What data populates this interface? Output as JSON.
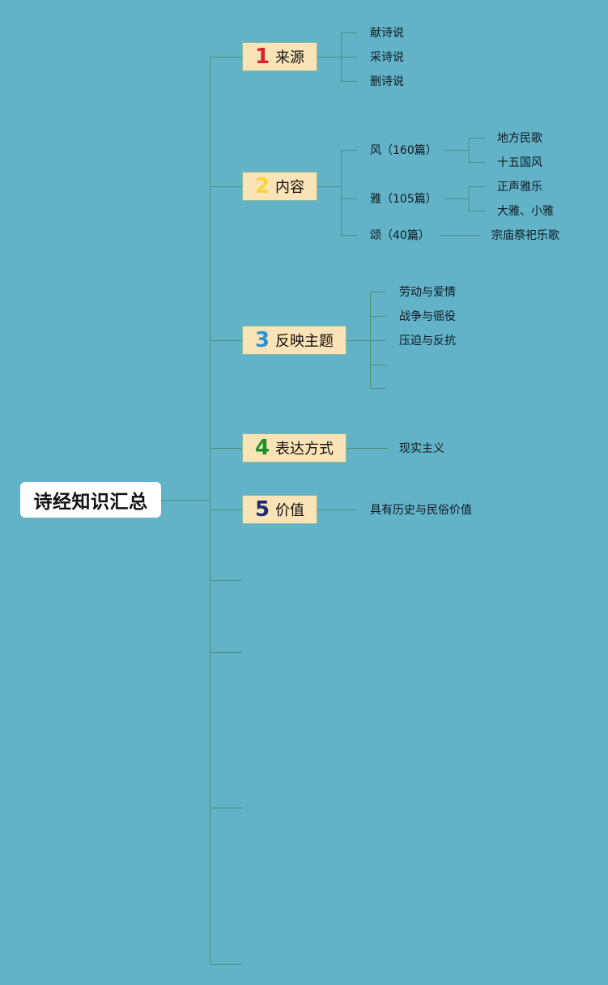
{
  "root": {
    "title": "诗经知识汇总"
  },
  "branches": [
    {
      "number": "1",
      "label": "来源",
      "number_color": "#e0202a",
      "items": [
        "献诗说",
        "采诗说",
        "删诗说"
      ]
    },
    {
      "number": "2",
      "label": "内容",
      "number_color": "#f6d634",
      "items": [
        {
          "label": "风（160篇）",
          "children": [
            "地方民歌",
            "十五国风"
          ]
        },
        {
          "label": "雅（105篇）",
          "children": [
            "正声雅乐",
            "大雅、小雅"
          ]
        },
        {
          "label": "颂（40篇）",
          "children": [
            "宗庙祭祀乐歌"
          ]
        }
      ]
    },
    {
      "number": "3",
      "label": "反映主题",
      "number_color": "#2a93d6",
      "items": [
        "劳动与爱情",
        "战争与徭役",
        "压迫与反抗",
        "",
        ""
      ]
    },
    {
      "number": "4",
      "label": "表达方式",
      "number_color": "#1c8f2d",
      "items": [
        "现实主义"
      ]
    },
    {
      "number": "5",
      "label": "价值",
      "number_color": "#1e2a78",
      "items": [
        "具有历史与民俗价值"
      ]
    }
  ],
  "empty_branch_count": 4
}
